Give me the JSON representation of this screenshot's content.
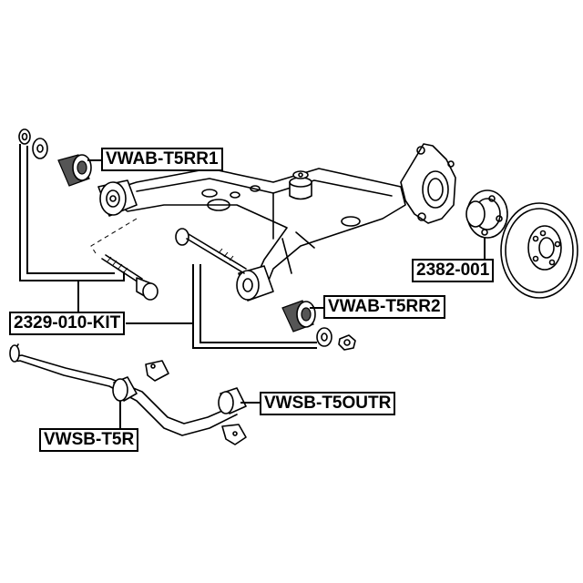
{
  "labels": {
    "rear_bushing_1": "VWAB-T5RR1",
    "hub_bearing": "2382-001",
    "bolt_kit": "2329-010-KIT",
    "rear_bushing_2": "VWAB-T5RR2",
    "stabilizer_bushing_outer": "VWSB-T5OUTR",
    "stabilizer_bushing": "VWSB-T5R"
  },
  "colors": {
    "line": "#000000",
    "background": "#ffffff",
    "bushing_fill": "#555555"
  }
}
